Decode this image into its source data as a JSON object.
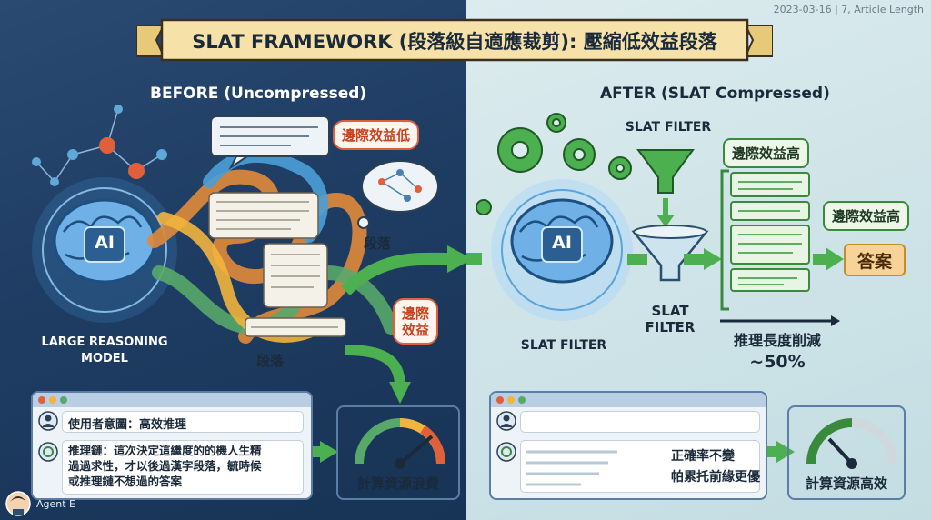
{
  "meta": "2023-03-16 | 7, Article Length",
  "title": "SLAT FRAMEWORK (段落級自適應裁剪): 壓縮低效益段落",
  "before": {
    "title": "BEFORE (Uncompressed)",
    "model_label_line1": "LARGE REASONING",
    "model_label_line2": "MODEL",
    "ai": "AI",
    "tag_low": "邊際效益低",
    "tag_paragraph": "段落",
    "tag_marginal_line1": "邊際",
    "tag_marginal_line2": "效益",
    "tag_paragraph_bottom": "段落",
    "panel": {
      "row1": "使用者意圖：高效推理",
      "row2_line1": "推理鏈：這次決定這繼度的的機人生精",
      "row2_line2": "過過求性，才以後過漢字段落，毓時候",
      "row2_line3": "或推理鏈不想過的答案"
    },
    "gauge_label": "計算資源浪費"
  },
  "after": {
    "title": "AFTER (SLAT Compressed)",
    "ai": "AI",
    "slat_filter_top": "SLAT FILTER",
    "slat_filter_brain": "SLAT FILTER",
    "slat_filter_funnel_line1": "SLAT",
    "slat_filter_funnel_line2": "FILTER",
    "tag_high_1": "邊際效益高",
    "tag_high_2": "邊際效益高",
    "answer": "答案",
    "reduction_line1": "推理長度削減",
    "reduction_line2": "~50%",
    "check1": "正確率不變",
    "check2": "帕累托前緣更優",
    "gauge_label": "計算資源高效"
  },
  "agent": {
    "name": "Agent E"
  },
  "colors": {
    "accent": "#e0603a",
    "green": "#4caf50",
    "blue": "#5b7ea6",
    "banner": "#f6e2a8"
  }
}
